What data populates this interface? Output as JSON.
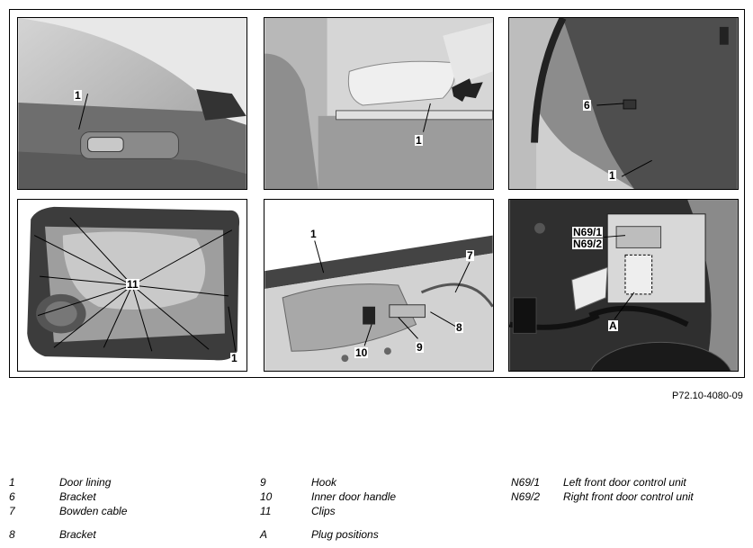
{
  "callouts": {
    "p1_1": "1",
    "p2_1": "1",
    "p3_6": "6",
    "p3_1": "1",
    "p4_11": "11",
    "p4_1": "1",
    "p5_1": "1",
    "p5_7": "7",
    "p5_8": "8",
    "p5_9": "9",
    "p5_10": "10",
    "p6_n691": "N69/1",
    "p6_n692": "N69/2",
    "p6_a": "A"
  },
  "reference": "P72.10-4080-09",
  "legend": [
    {
      "key": "1",
      "value": "Door lining"
    },
    {
      "key": "6",
      "value": "Bracket"
    },
    {
      "key": "7",
      "value": "Bowden cable"
    },
    {
      "key": "8",
      "value": "Bracket"
    },
    {
      "key": "9",
      "value": "Hook"
    },
    {
      "key": "10",
      "value": "Inner door handle"
    },
    {
      "key": "11",
      "value": "Clips"
    },
    {
      "key": "A",
      "value": "Plug positions"
    },
    {
      "key": "N69/1",
      "value": "Left front door control unit"
    },
    {
      "key": "N69/2",
      "value": "Right front door control unit"
    }
  ]
}
